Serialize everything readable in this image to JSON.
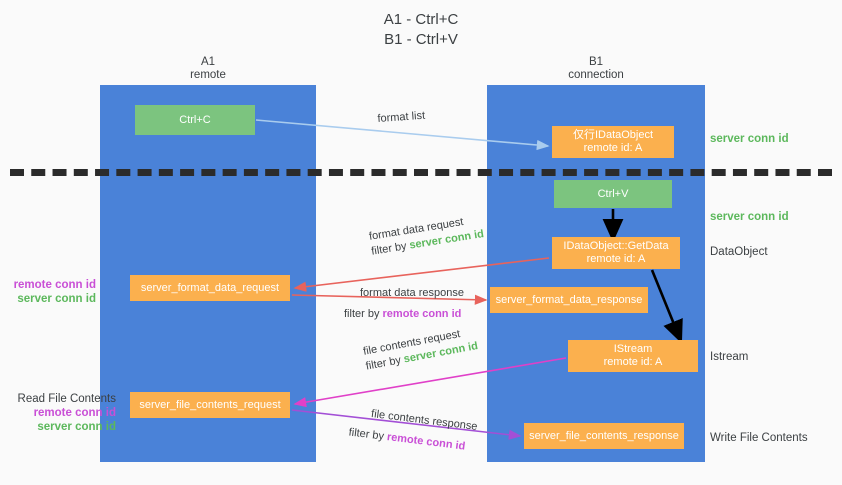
{
  "title": {
    "line1": "A1 - Ctrl+C",
    "line2": "B1 - Ctrl+V"
  },
  "lanes": [
    {
      "id": "a1",
      "name": "A1",
      "sub": "remote"
    },
    {
      "id": "b1",
      "name": "B1",
      "sub": "connection"
    }
  ],
  "boxes": {
    "ctrl_c": "Ctrl+C",
    "idataobject_l1": "仅行IDataObject",
    "idataobject_l2": "remote id: A",
    "ctrl_v": "Ctrl+V",
    "getdata_l1": "IDataObject::GetData",
    "getdata_l2": "remote id: A",
    "format_data_request": "server_format_data_request",
    "format_data_response": "server_format_data_response",
    "istream_l1": "IStream",
    "istream_l2": "remote id: A",
    "file_contents_request": "server_file_contents_request",
    "file_contents_response": "server_file_contents_response"
  },
  "side_labels": {
    "server_conn_id_top": "server conn id",
    "server_conn_id_mid": "server conn id",
    "dataobject": "DataObject",
    "istream": "Istream",
    "write_file_contents": "Write File Contents",
    "read_file_contents": "Read File Contents",
    "remote_conn_id": "remote conn id",
    "server_conn_id": "server conn id"
  },
  "annotations": {
    "format_list": "format list",
    "fd_request_l1": "format data request",
    "fd_request_l2_prefix": "filter by ",
    "fd_request_l2_key": "server conn id",
    "fd_response_l1": "format data response",
    "fd_response_l2_prefix": "filter by ",
    "fd_response_l2_key": "remote conn id",
    "fc_request_l1": "file contents request",
    "fc_request_l2_prefix": "filter by ",
    "fc_request_l2_key": "server conn id",
    "fc_response_l1": "file contents response",
    "fc_response_l2_prefix": "filter by ",
    "fc_response_l2_key": "remote conn id"
  },
  "colors": {
    "lane_blue": "#4a82d8",
    "box_green": "#7cc47f",
    "box_orange": "#fbb04e",
    "accent_green_text": "#5cb85c",
    "accent_purple_text": "#c94fd6",
    "arrow_lightblue": "#a9ccee",
    "arrow_red": "#e8635c",
    "arrow_magenta": "#e040c8",
    "arrow_purple": "#a34fd6",
    "arrow_black": "#000000",
    "background": "#fafafa"
  }
}
